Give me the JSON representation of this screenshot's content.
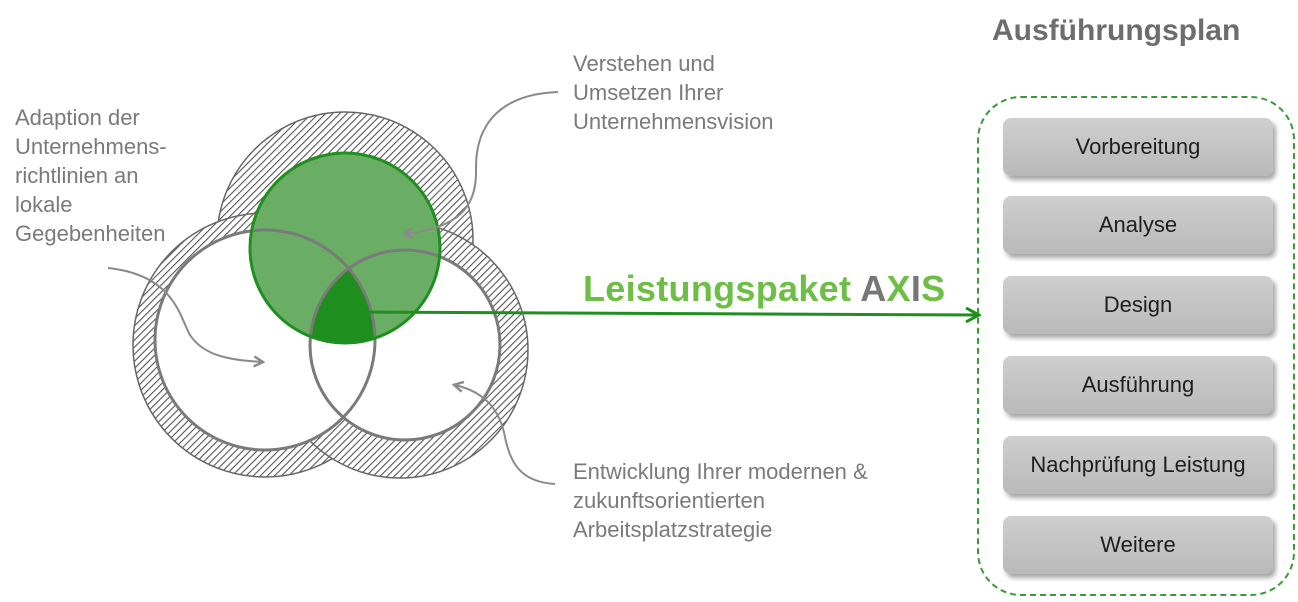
{
  "labels": {
    "left": "Adaption der\nUnternehmens-\nrichtlinien an\nlokale\nGegebenheiten",
    "top": "Verstehen und\nUmsetzen Ihrer\nUnternehmensvision",
    "bottom": "Entwicklung Ihrer modernen &\nzukunftsorientierten\nArbeitsplatzstrategie"
  },
  "package_title": {
    "prefix": "Leistungspaket ",
    "letter_a": "A",
    "letter_x": "X",
    "letter_i": "I",
    "letter_s": "S"
  },
  "plan": {
    "title": "Ausführungsplan",
    "steps": [
      "Vorbereitung",
      "Analyse",
      "Design",
      "Ausführung",
      "Nachprüfung Leistung",
      "Weitere"
    ]
  },
  "colors": {
    "green_text": "#6cbe45",
    "gray_text": "#777777",
    "circle_green": "#6aae66",
    "overlap_green": "#1e8e1e",
    "arrow_green": "#1f8f1f",
    "box_border": "#3a9a3a"
  }
}
